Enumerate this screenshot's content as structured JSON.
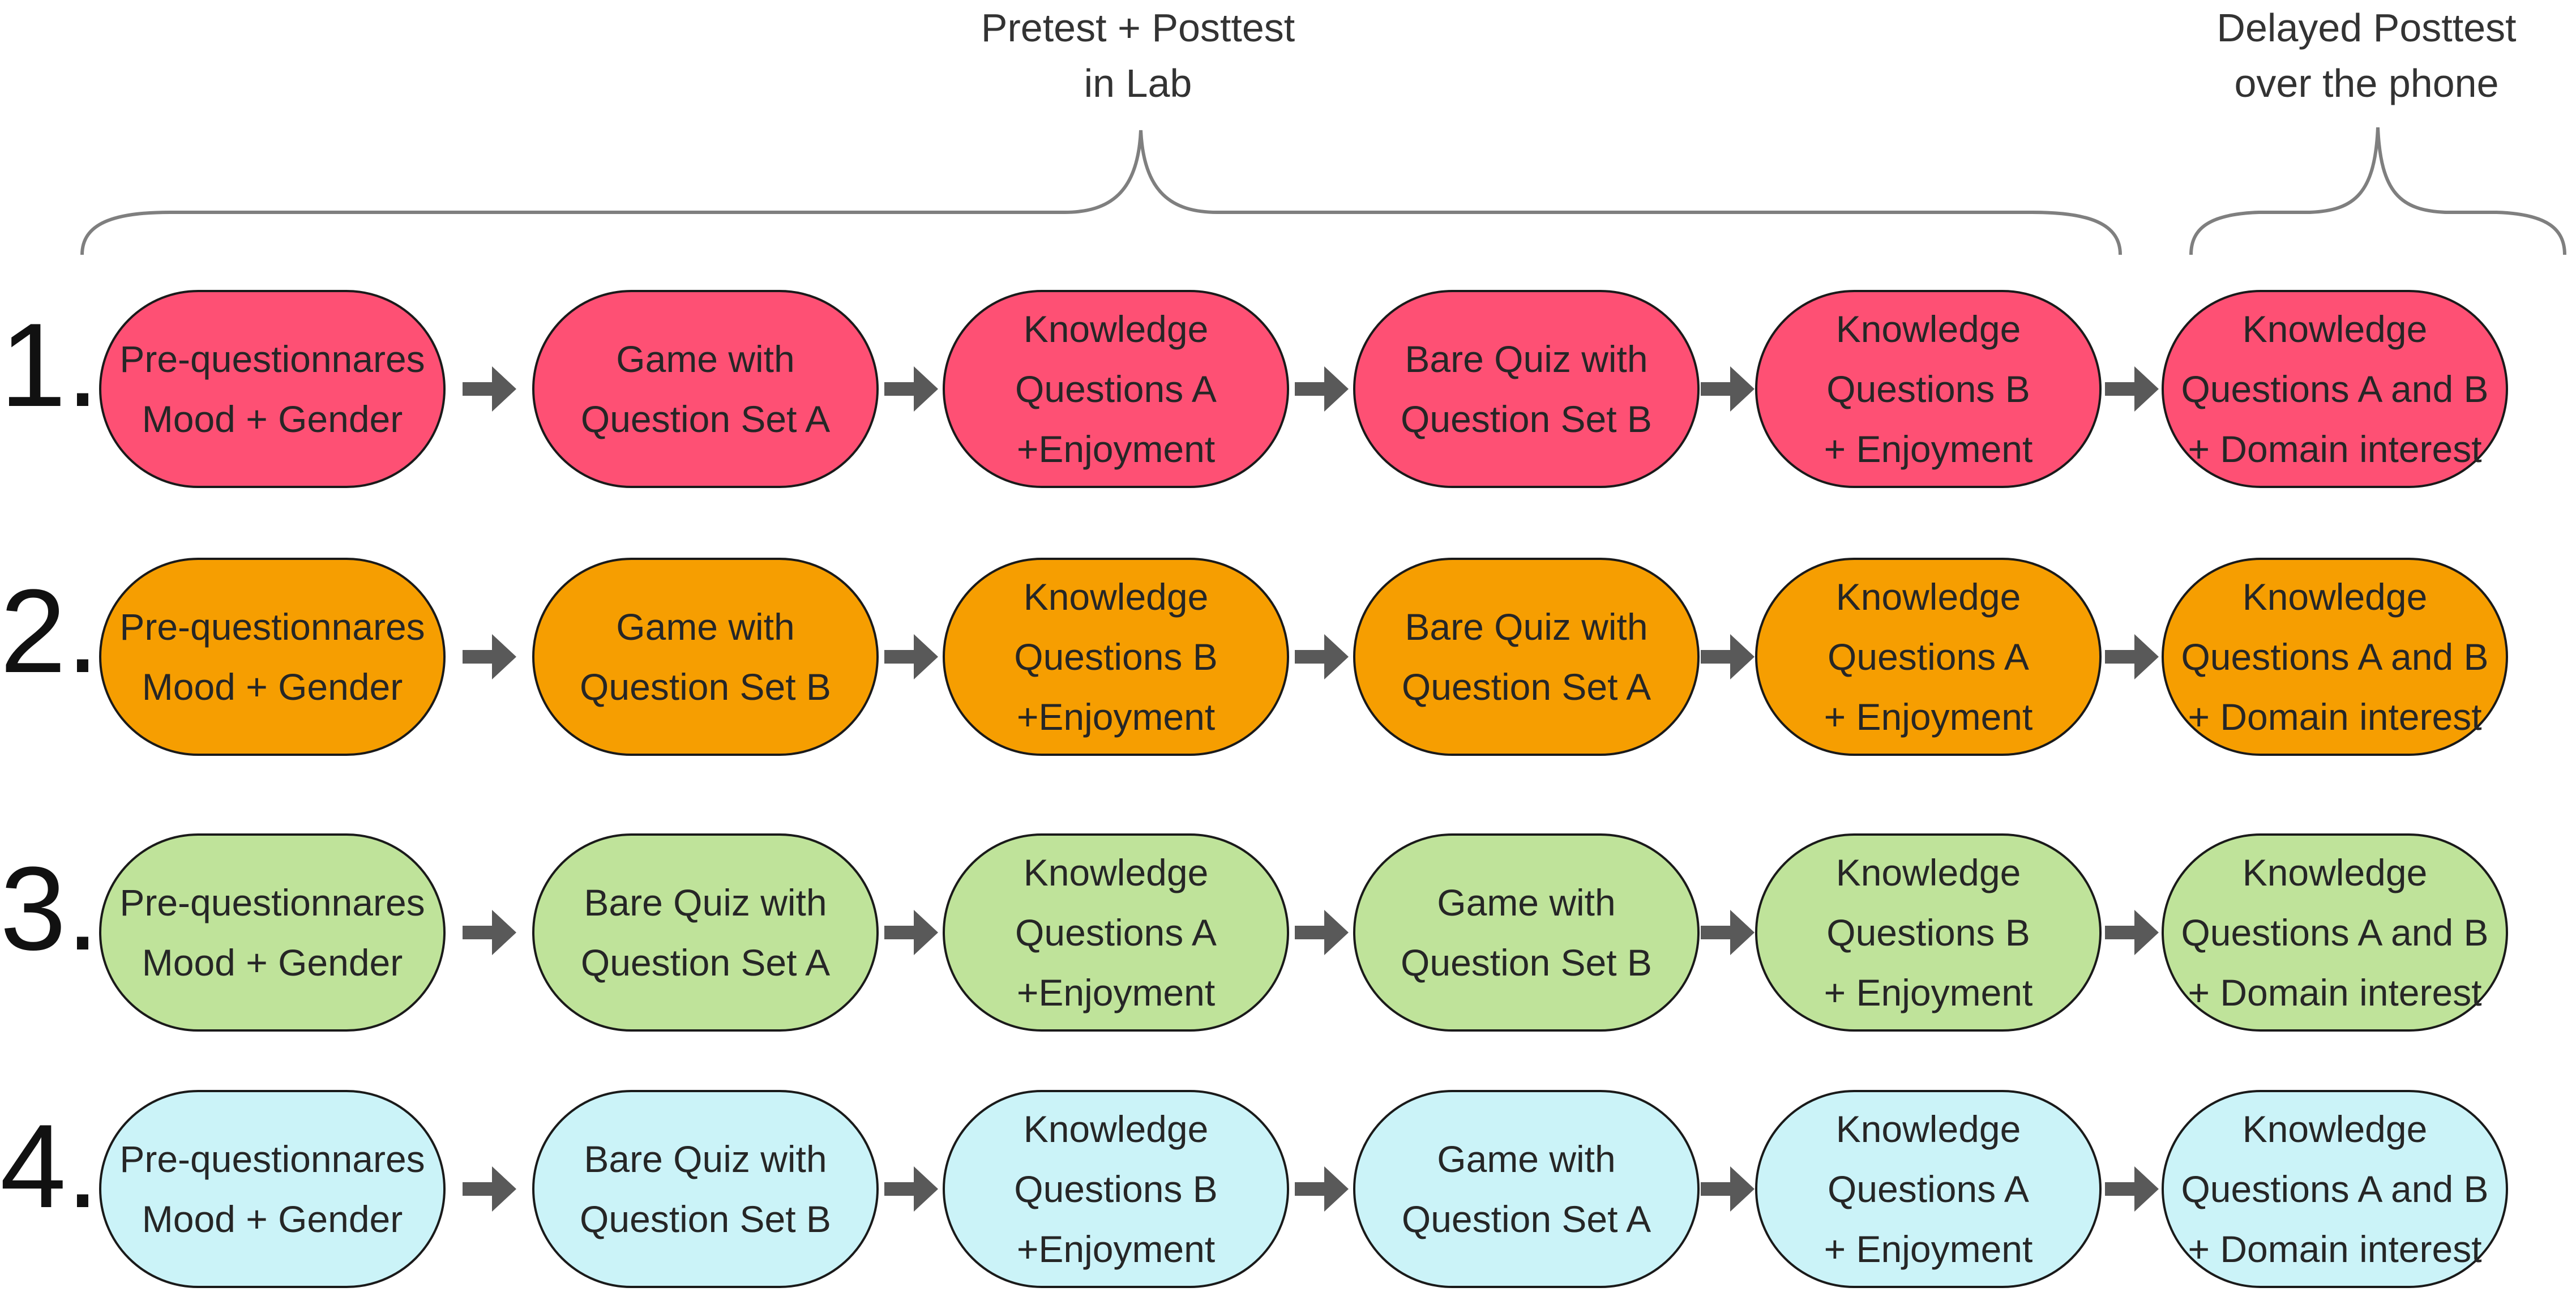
{
  "headers": {
    "lab": [
      "Pretest + Posttest",
      "in Lab"
    ],
    "phone": [
      "Delayed Posttest",
      "over the phone"
    ]
  },
  "colors": {
    "row_1": "#fe5074",
    "row_2": "#f69e01",
    "row_3": "#bfe39a",
    "row_4": "#cbf3f8",
    "arrow": "#595959",
    "brace": "#7f7f7f"
  },
  "rows": [
    {
      "number": "1.",
      "stages": [
        [
          "Pre-questionnares",
          "Mood + Gender"
        ],
        [
          "Game with",
          "Question Set A"
        ],
        [
          "Knowledge",
          "Questions A",
          "+Enjoyment"
        ],
        [
          "Bare Quiz with",
          "Question Set B"
        ],
        [
          "Knowledge",
          "Questions B",
          "+ Enjoyment"
        ],
        [
          "Knowledge",
          "Questions A and B",
          "+ Domain interest"
        ]
      ]
    },
    {
      "number": "2.",
      "stages": [
        [
          "Pre-questionnares",
          "Mood + Gender"
        ],
        [
          "Game with",
          "Question Set B"
        ],
        [
          "Knowledge",
          "Questions B",
          "+Enjoyment"
        ],
        [
          "Bare Quiz with",
          "Question Set A"
        ],
        [
          "Knowledge",
          "Questions A",
          "+ Enjoyment"
        ],
        [
          "Knowledge",
          "Questions A and B",
          "+ Domain interest"
        ]
      ]
    },
    {
      "number": "3.",
      "stages": [
        [
          "Pre-questionnares",
          "Mood + Gender"
        ],
        [
          "Bare Quiz with",
          "Question Set A"
        ],
        [
          "Knowledge",
          "Questions A",
          "+Enjoyment"
        ],
        [
          "Game with",
          "Question Set B"
        ],
        [
          "Knowledge",
          "Questions B",
          "+ Enjoyment"
        ],
        [
          "Knowledge",
          "Questions A and B",
          "+ Domain interest"
        ]
      ]
    },
    {
      "number": "4.",
      "stages": [
        [
          "Pre-questionnares",
          "Mood + Gender"
        ],
        [
          "Bare Quiz with",
          "Question Set B"
        ],
        [
          "Knowledge",
          "Questions B",
          "+Enjoyment"
        ],
        [
          "Game with",
          "Question Set A"
        ],
        [
          "Knowledge",
          "Questions A",
          "+ Enjoyment"
        ],
        [
          "Knowledge",
          "Questions A and B",
          "+ Domain interest"
        ]
      ]
    }
  ]
}
